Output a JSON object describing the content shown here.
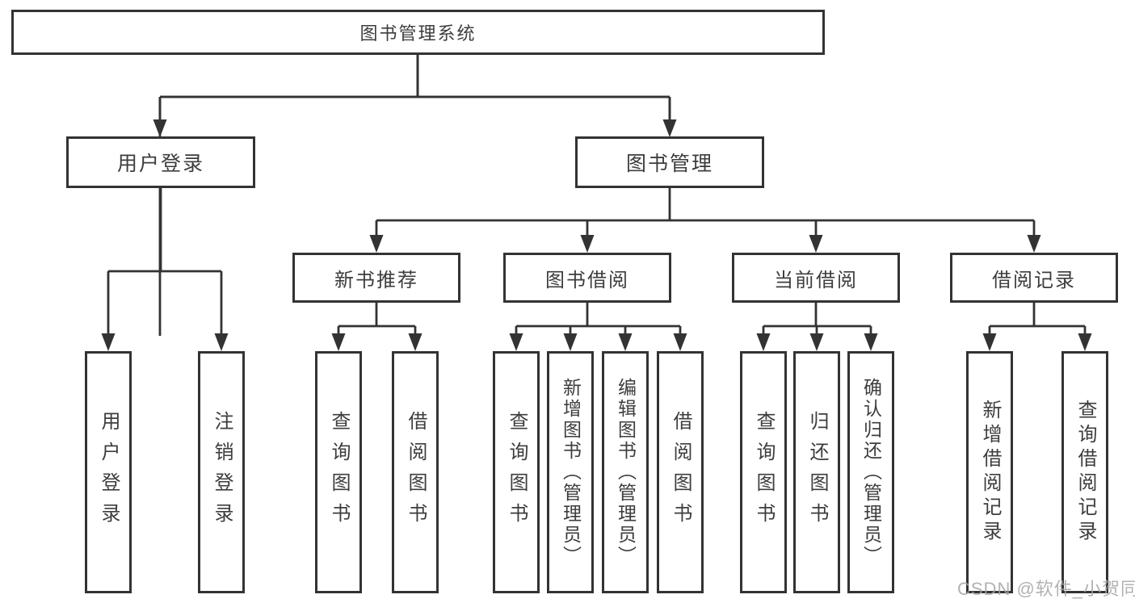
{
  "diagram": {
    "root": {
      "label": "图书管理系统"
    },
    "level2": [
      {
        "label": "用户登录"
      },
      {
        "label": "图书管理"
      }
    ],
    "level3": [
      {
        "label": "新书推荐"
      },
      {
        "label": "图书借阅"
      },
      {
        "label": "当前借阅"
      },
      {
        "label": "借阅记录"
      }
    ],
    "leaves": [
      {
        "label": "用户登录",
        "parent": "用户登录"
      },
      {
        "label": "注销登录",
        "parent": "用户登录"
      },
      {
        "label": "查询图书",
        "parent": "新书推荐"
      },
      {
        "label": "借阅图书",
        "parent": "新书推荐"
      },
      {
        "label": "查询图书",
        "parent": "图书借阅"
      },
      {
        "label": "新增图书（管理员）",
        "parent": "图书借阅"
      },
      {
        "label": "编辑图书（管理员）",
        "parent": "图书借阅"
      },
      {
        "label": "借阅图书",
        "parent": "图书借阅"
      },
      {
        "label": "查询图书",
        "parent": "当前借阅"
      },
      {
        "label": "归还图书",
        "parent": "当前借阅"
      },
      {
        "label": "确认归还（管理员）",
        "parent": "当前借阅"
      },
      {
        "label": "新增借阅记录",
        "parent": "借阅记录"
      },
      {
        "label": "查询借阅记录",
        "parent": "借阅记录"
      }
    ]
  },
  "watermark": "CSDN @软件_小贺同学",
  "colors": {
    "line": "#333333",
    "text": "#3d3d3d",
    "watermark": "#a5a5a5",
    "background": "#ffffff"
  }
}
